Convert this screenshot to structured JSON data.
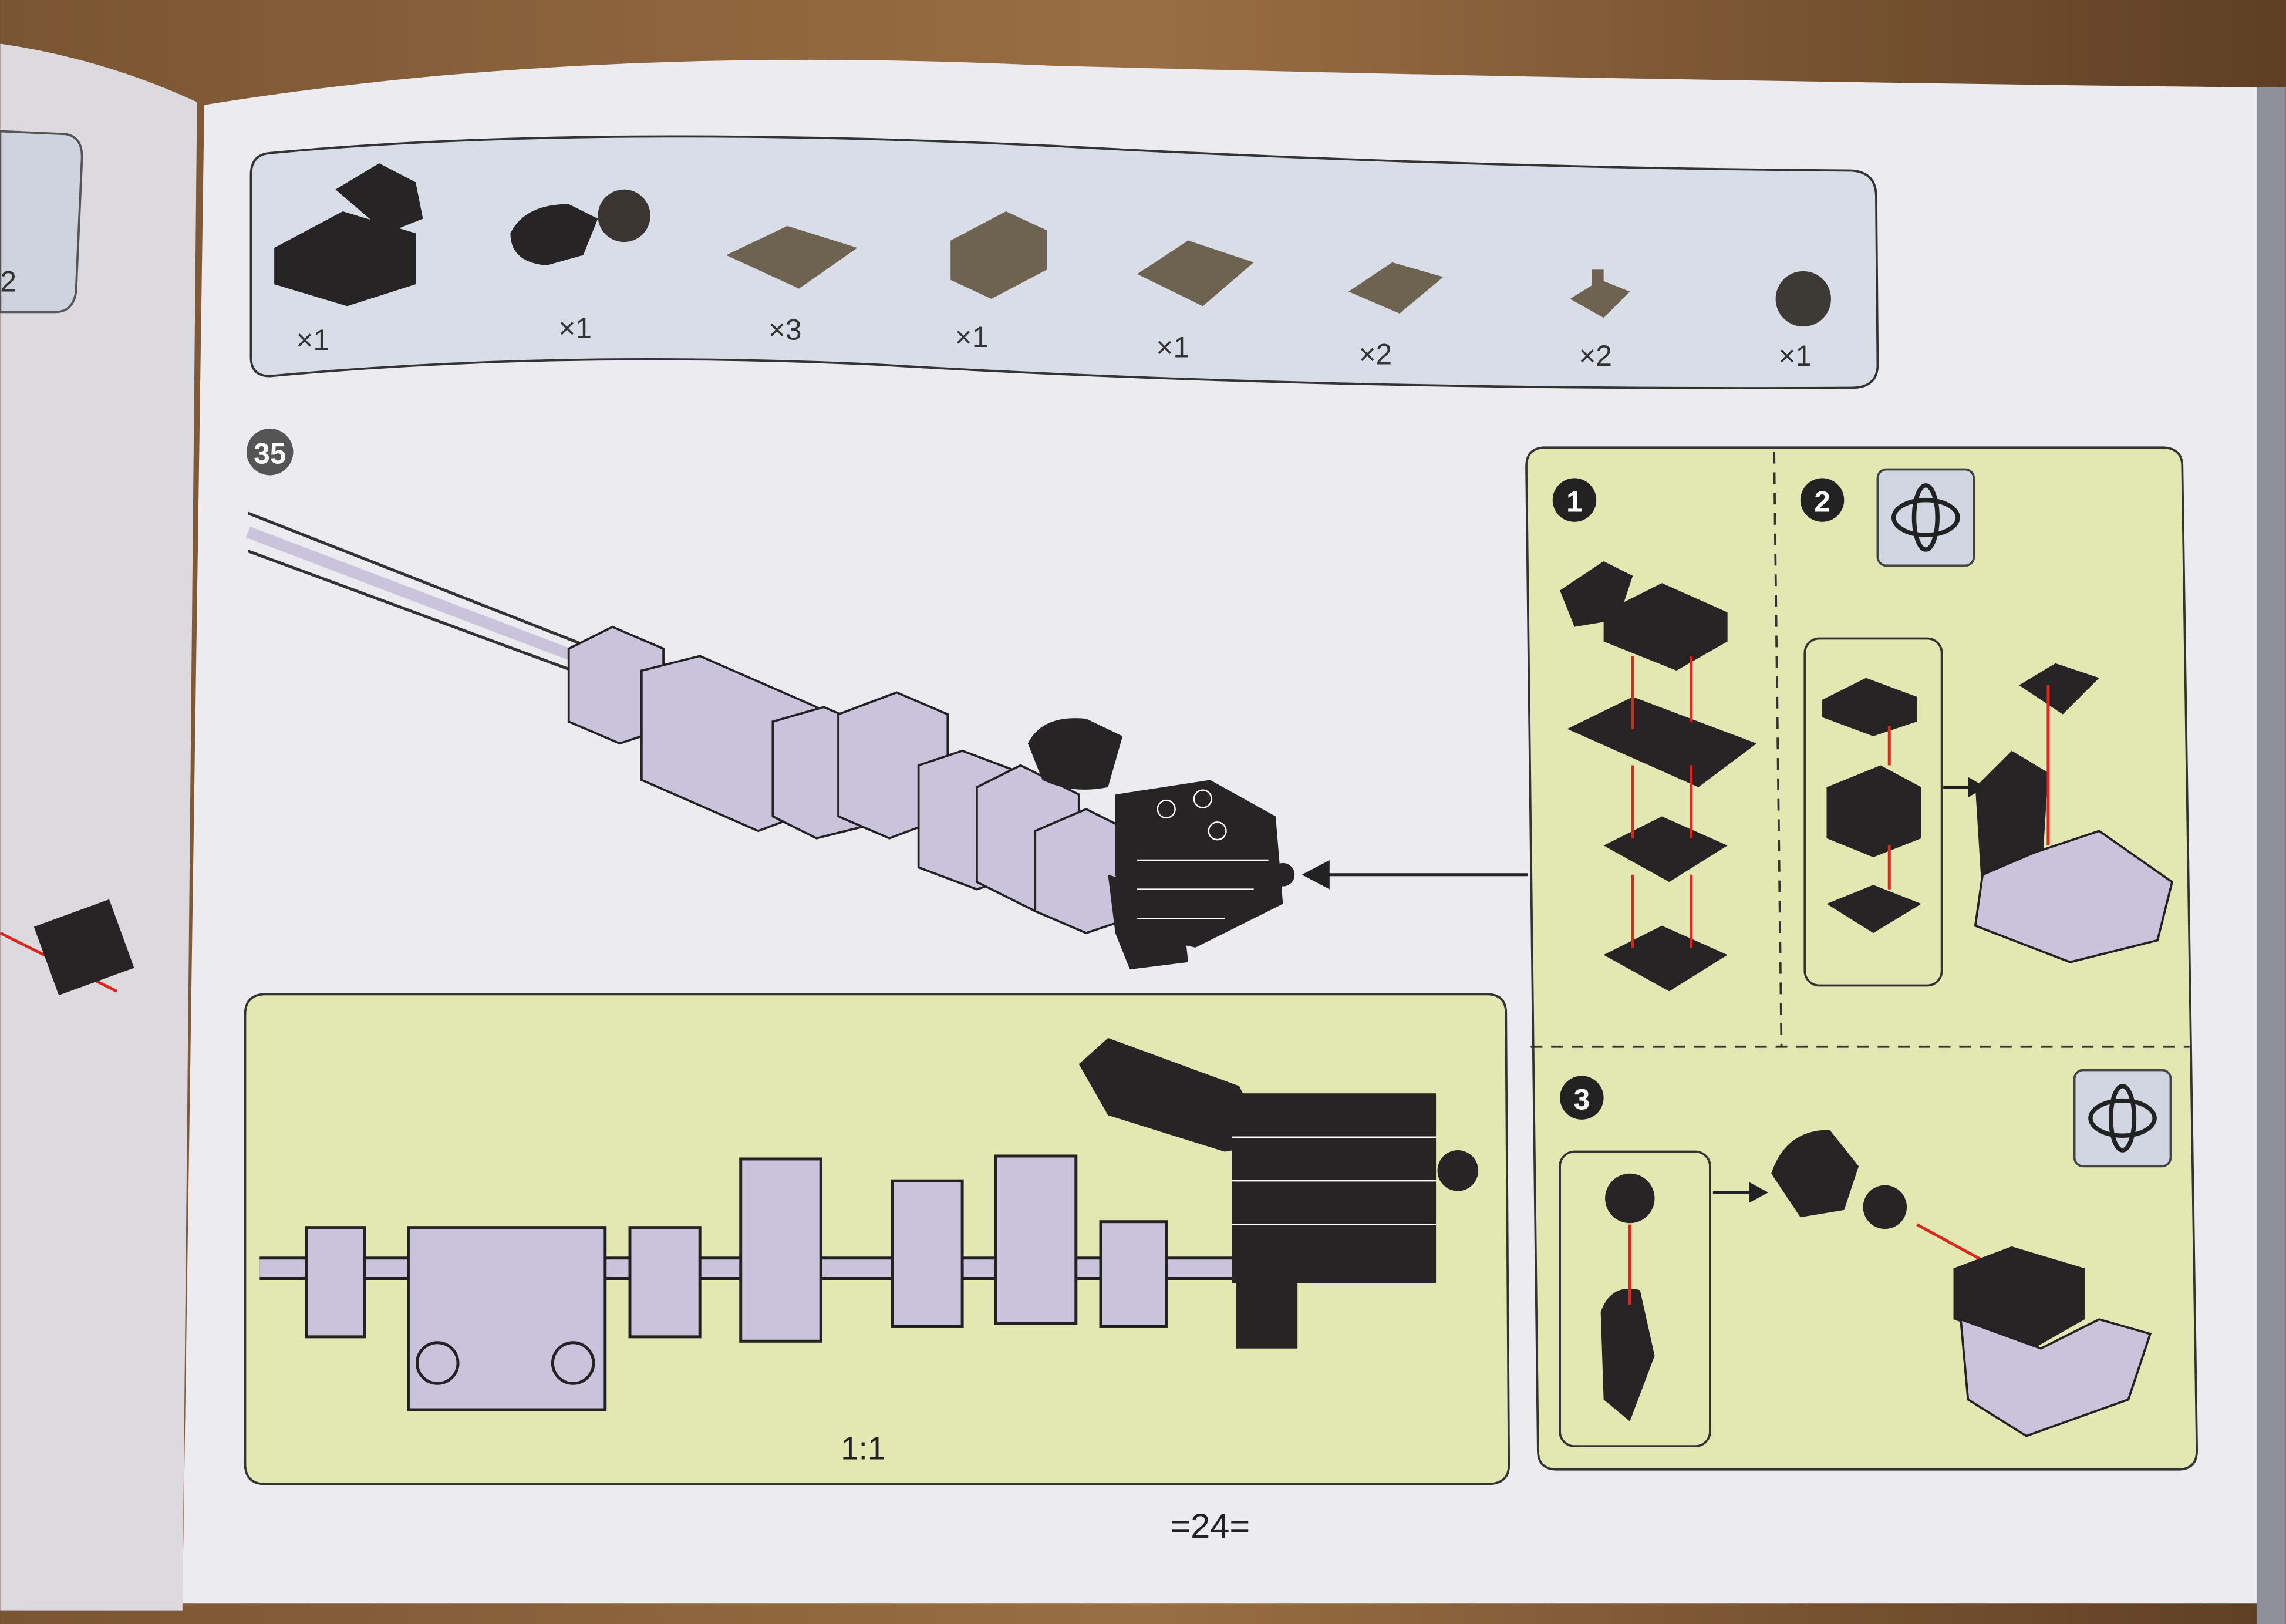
{
  "parts_list": {
    "items": [
      {
        "name": "brick-2x2-with-clip",
        "quantity": "×1"
      },
      {
        "name": "ball-socket-clip",
        "quantity": "×1"
      },
      {
        "name": "plate-2x2",
        "quantity": "×3"
      },
      {
        "name": "brick-1x2",
        "quantity": "×1"
      },
      {
        "name": "plate-with-clips",
        "quantity": "×1"
      },
      {
        "name": "plate-1x2-with-bar",
        "quantity": "×2"
      },
      {
        "name": "clip-tile",
        "quantity": "×2"
      },
      {
        "name": "ball-round",
        "quantity": "×1"
      }
    ]
  },
  "left_page": {
    "partial_quantity": "2"
  },
  "step": {
    "number": "35"
  },
  "substeps": [
    {
      "number": "1"
    },
    {
      "number": "2",
      "icon": "rotate-icon"
    },
    {
      "number": "3",
      "icon": "rotate-icon"
    }
  ],
  "scale_panel": {
    "label": "1:1"
  },
  "page_number": "=24=",
  "colors": {
    "page": "#ecebef",
    "parts_panel": "#d9dde8",
    "callout_panel": "#e3e8b2",
    "dark_part": "#262424",
    "light_part": "#c9c3dc",
    "arrow_red": "#d8281f",
    "wood": "#6b4a2c"
  }
}
